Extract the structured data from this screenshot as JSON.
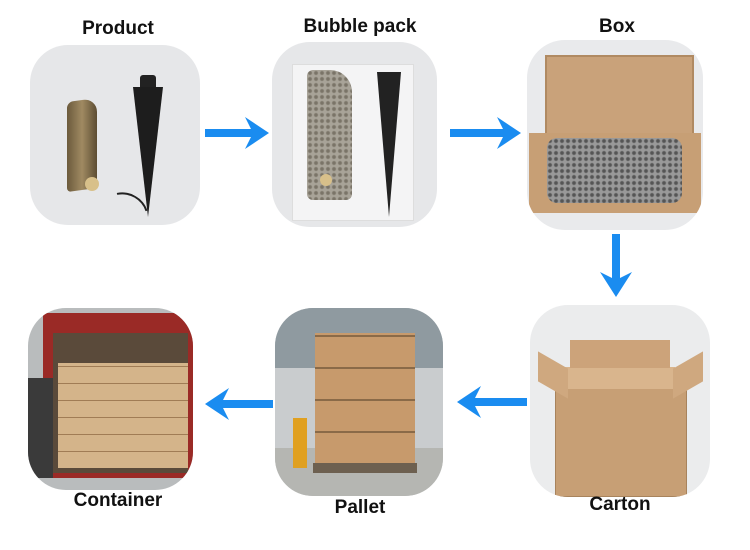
{
  "steps": [
    {
      "label": "Product"
    },
    {
      "label": "Bubble pack"
    },
    {
      "label": "Box"
    },
    {
      "label": "Carton"
    },
    {
      "label": "Pallet"
    },
    {
      "label": "Container"
    }
  ],
  "colors": {
    "arrow": "#1a8cf0",
    "cardboard": "#c9a27a"
  }
}
